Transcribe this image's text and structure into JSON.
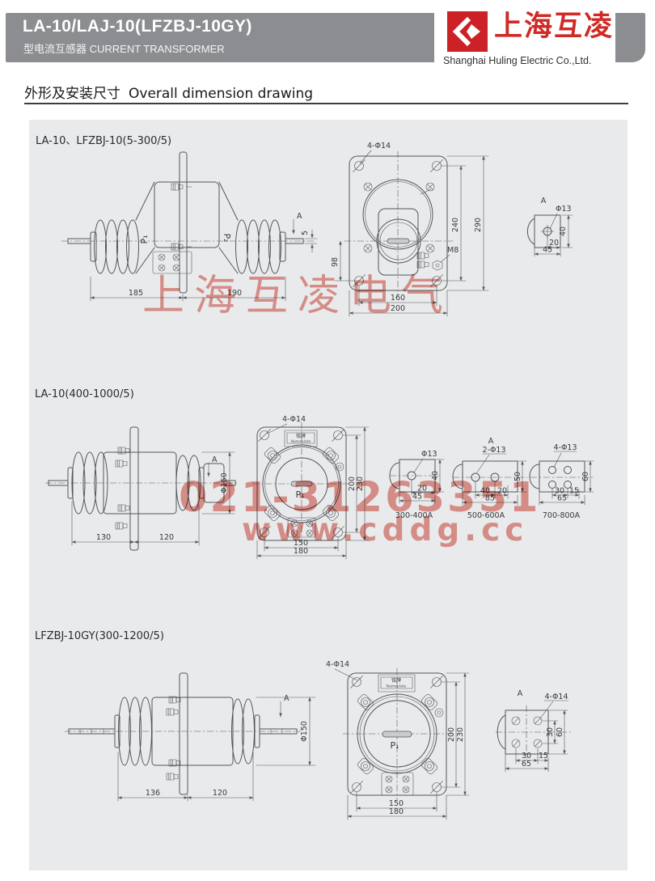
{
  "page": {
    "bg": "#ffffff",
    "panel_bg": "#e9eaeb",
    "line_color": "#55565a",
    "header_gray": "#8b8d90",
    "accent_red": "#cc2127",
    "watermark_red": "#dd695d"
  },
  "header": {
    "model_title": "LA-10/LAJ-10(LFZBJ-10GY)",
    "model_subtitle": "型电流互感器 CURRENT TRANSFORMER",
    "logo_cn": "上海互凌",
    "logo_en": "Shanghai Huling Electric Co.,Ltd."
  },
  "section": {
    "title_cn": "外形及安装尺寸",
    "title_en": "Overall dimension drawing"
  },
  "watermarks": {
    "brand": "上海互凌电气",
    "phone": "021-31263351",
    "website": "www.cddg.cc"
  },
  "drawings": [
    {
      "label": "LA-10、LFZBJ-10(5-300/5)",
      "side": {
        "p1": "P₁",
        "p2": "P₂",
        "view_arrow": "A",
        "t5": "5",
        "d185": "185",
        "d190": "190"
      },
      "front": {
        "holes": "4-Φ14",
        "m8": "M8",
        "d240": "240",
        "d290": "290",
        "d98": "98",
        "d160": "160",
        "d200": "200"
      },
      "detail": {
        "title": "A",
        "hole": "Φ13",
        "d40": "40",
        "d20": "20",
        "d45": "45"
      }
    },
    {
      "label": "LA-10(400-1000/5)",
      "side": {
        "view_arrow": "A",
        "dia": "Φ150",
        "d130": "130",
        "d120": "120"
      },
      "front": {
        "holes": "4-Φ14",
        "nameplate_cn": "铭牌",
        "nameplate_en": "Nameplate",
        "p1": "P₁",
        "d200": "200",
        "d230": "230",
        "d150": "150",
        "d180": "180"
      },
      "details": [
        {
          "hole": "Φ13",
          "d40": "40",
          "d20": "20",
          "d45": "45",
          "range": "300-400A"
        },
        {
          "title": "A",
          "hole": "2-Φ13",
          "d50": "50",
          "d40": "40",
          "d20": "20",
          "d85": "85",
          "range": "500-600A"
        },
        {
          "hole": "4-Φ13",
          "d60": "60",
          "d30": "30",
          "d15": "15",
          "d65": "65",
          "range": "700-800A"
        }
      ]
    },
    {
      "label": "LFZBJ-10GY(300-1200/5)",
      "side": {
        "view_arrow": "A",
        "dia": "Φ150",
        "d136": "136",
        "d120": "120"
      },
      "front": {
        "holes": "4-Φ14",
        "nameplate_cn": "铭牌",
        "nameplate_en": "Nameplate",
        "p1": "P₁",
        "d200": "200",
        "d230": "230",
        "d150": "150",
        "d180": "180"
      },
      "detail": {
        "title": "A",
        "hole": "4-Φ14",
        "d30v": "30",
        "d60": "60",
        "d30": "30",
        "d15": "15",
        "d65": "65"
      }
    }
  ]
}
